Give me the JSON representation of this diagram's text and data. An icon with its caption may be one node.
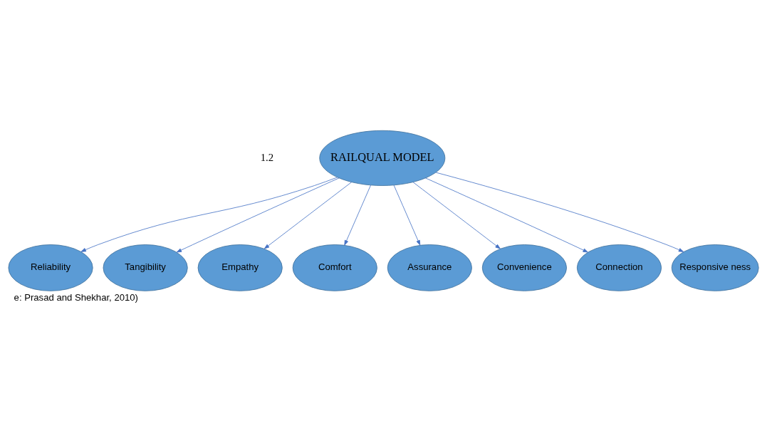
{
  "diagram": {
    "caption": "e: Prasad and Shekhar, 2010)",
    "nodes": [
      {
        "text": [
          "RAILQUAL MODEL"
        ]
      },
      {
        "text": [
          "Reliability"
        ]
      },
      {
        "text": [
          "Tangibility"
        ]
      },
      {
        "text": [
          "Empathy"
        ]
      },
      {
        "text": [
          "Comfort"
        ]
      },
      {
        "text": [
          "Assurance"
        ]
      },
      {
        "text": [
          "Convenience"
        ]
      },
      {
        "text": [
          "Connection"
        ]
      },
      {
        "text": [
          "Responsive ness"
        ]
      }
    ],
    "edges": [
      {
        "from": 0,
        "to": 1,
        "arrow": "to"
      },
      {
        "from": 0,
        "to": 2,
        "arrow": "to"
      },
      {
        "from": 0,
        "to": 3,
        "arrow": "to"
      },
      {
        "from": 0,
        "to": 4,
        "arrow": "to"
      },
      {
        "from": 0,
        "to": 5,
        "arrow": "to"
      },
      {
        "from": 0,
        "to": 6,
        "arrow": "to"
      },
      {
        "from": 0,
        "to": 7,
        "arrow": "to"
      },
      {
        "from": 0,
        "to": 8,
        "arrow": "to"
      }
    ],
    "labels": [
      "1.2"
    ]
  }
}
